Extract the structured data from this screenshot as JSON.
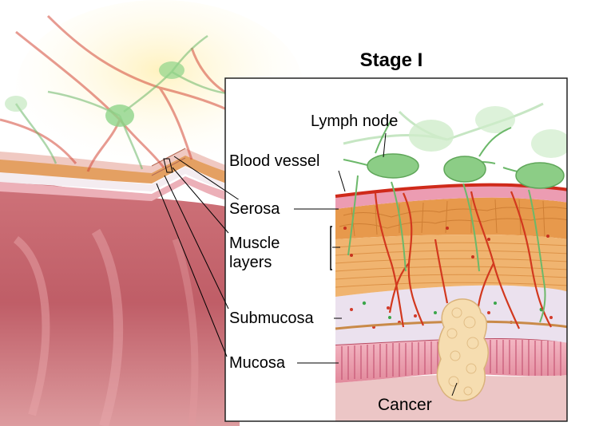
{
  "title": "Stage I",
  "labels": {
    "lymph_node": "Lymph node",
    "blood_vessel": "Blood vessel",
    "serosa": "Serosa",
    "muscle_layers_line1": "Muscle",
    "muscle_layers_line2": "layers",
    "submucosa": "Submucosa",
    "mucosa": "Mucosa",
    "cancer": "Cancer"
  },
  "colors": {
    "serosa": "#e8a0b0",
    "muscle": "#e49a4e",
    "muscle_light": "#f2c48c",
    "submucosa": "#ece2ee",
    "mucosa": "#e8889c",
    "lumen": "#b8454f",
    "blood_vessel": "#d2381e",
    "lymph_node": "#9fd89a",
    "lymph_vessel": "#6cb86a",
    "cancer": "#f6ddb0"
  }
}
